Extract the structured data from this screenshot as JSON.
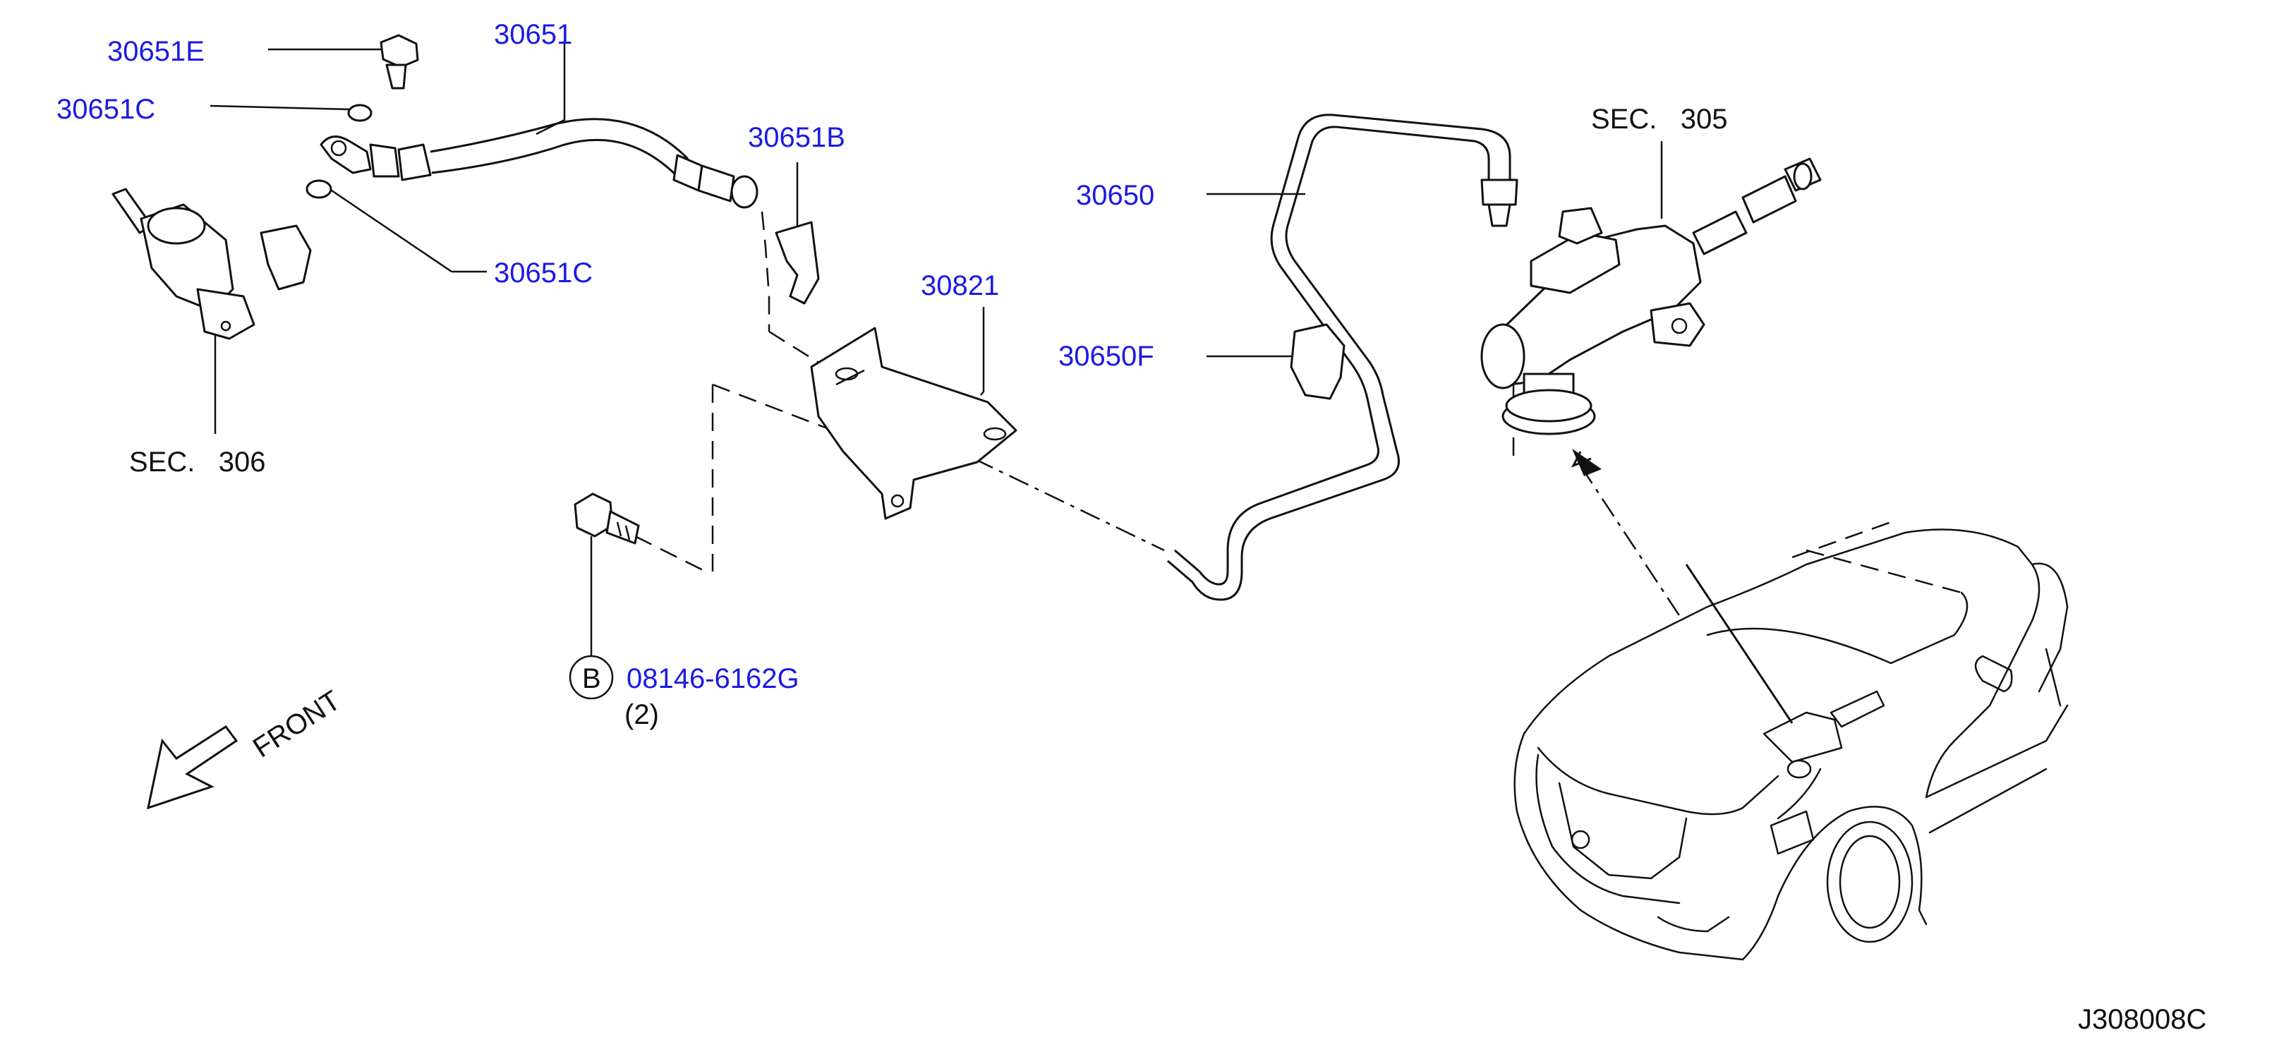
{
  "callouts": {
    "p30651E": "30651E",
    "p30651C_top": "30651C",
    "p30651": "30651",
    "p30651B": "30651B",
    "p30651C_bottom": "30651C",
    "p30821": "30821",
    "p30650": "30650",
    "p30650F": "30650F",
    "sec305": "SEC.   305",
    "sec306": "SEC.   306",
    "bolt_circle": "B",
    "bolt_part": "08146-6162G",
    "bolt_qty": "(2)",
    "front": "FRONT",
    "diagram_code": "J308008C"
  },
  "colors": {
    "link": "#1a1ae6",
    "ink": "#111111"
  }
}
